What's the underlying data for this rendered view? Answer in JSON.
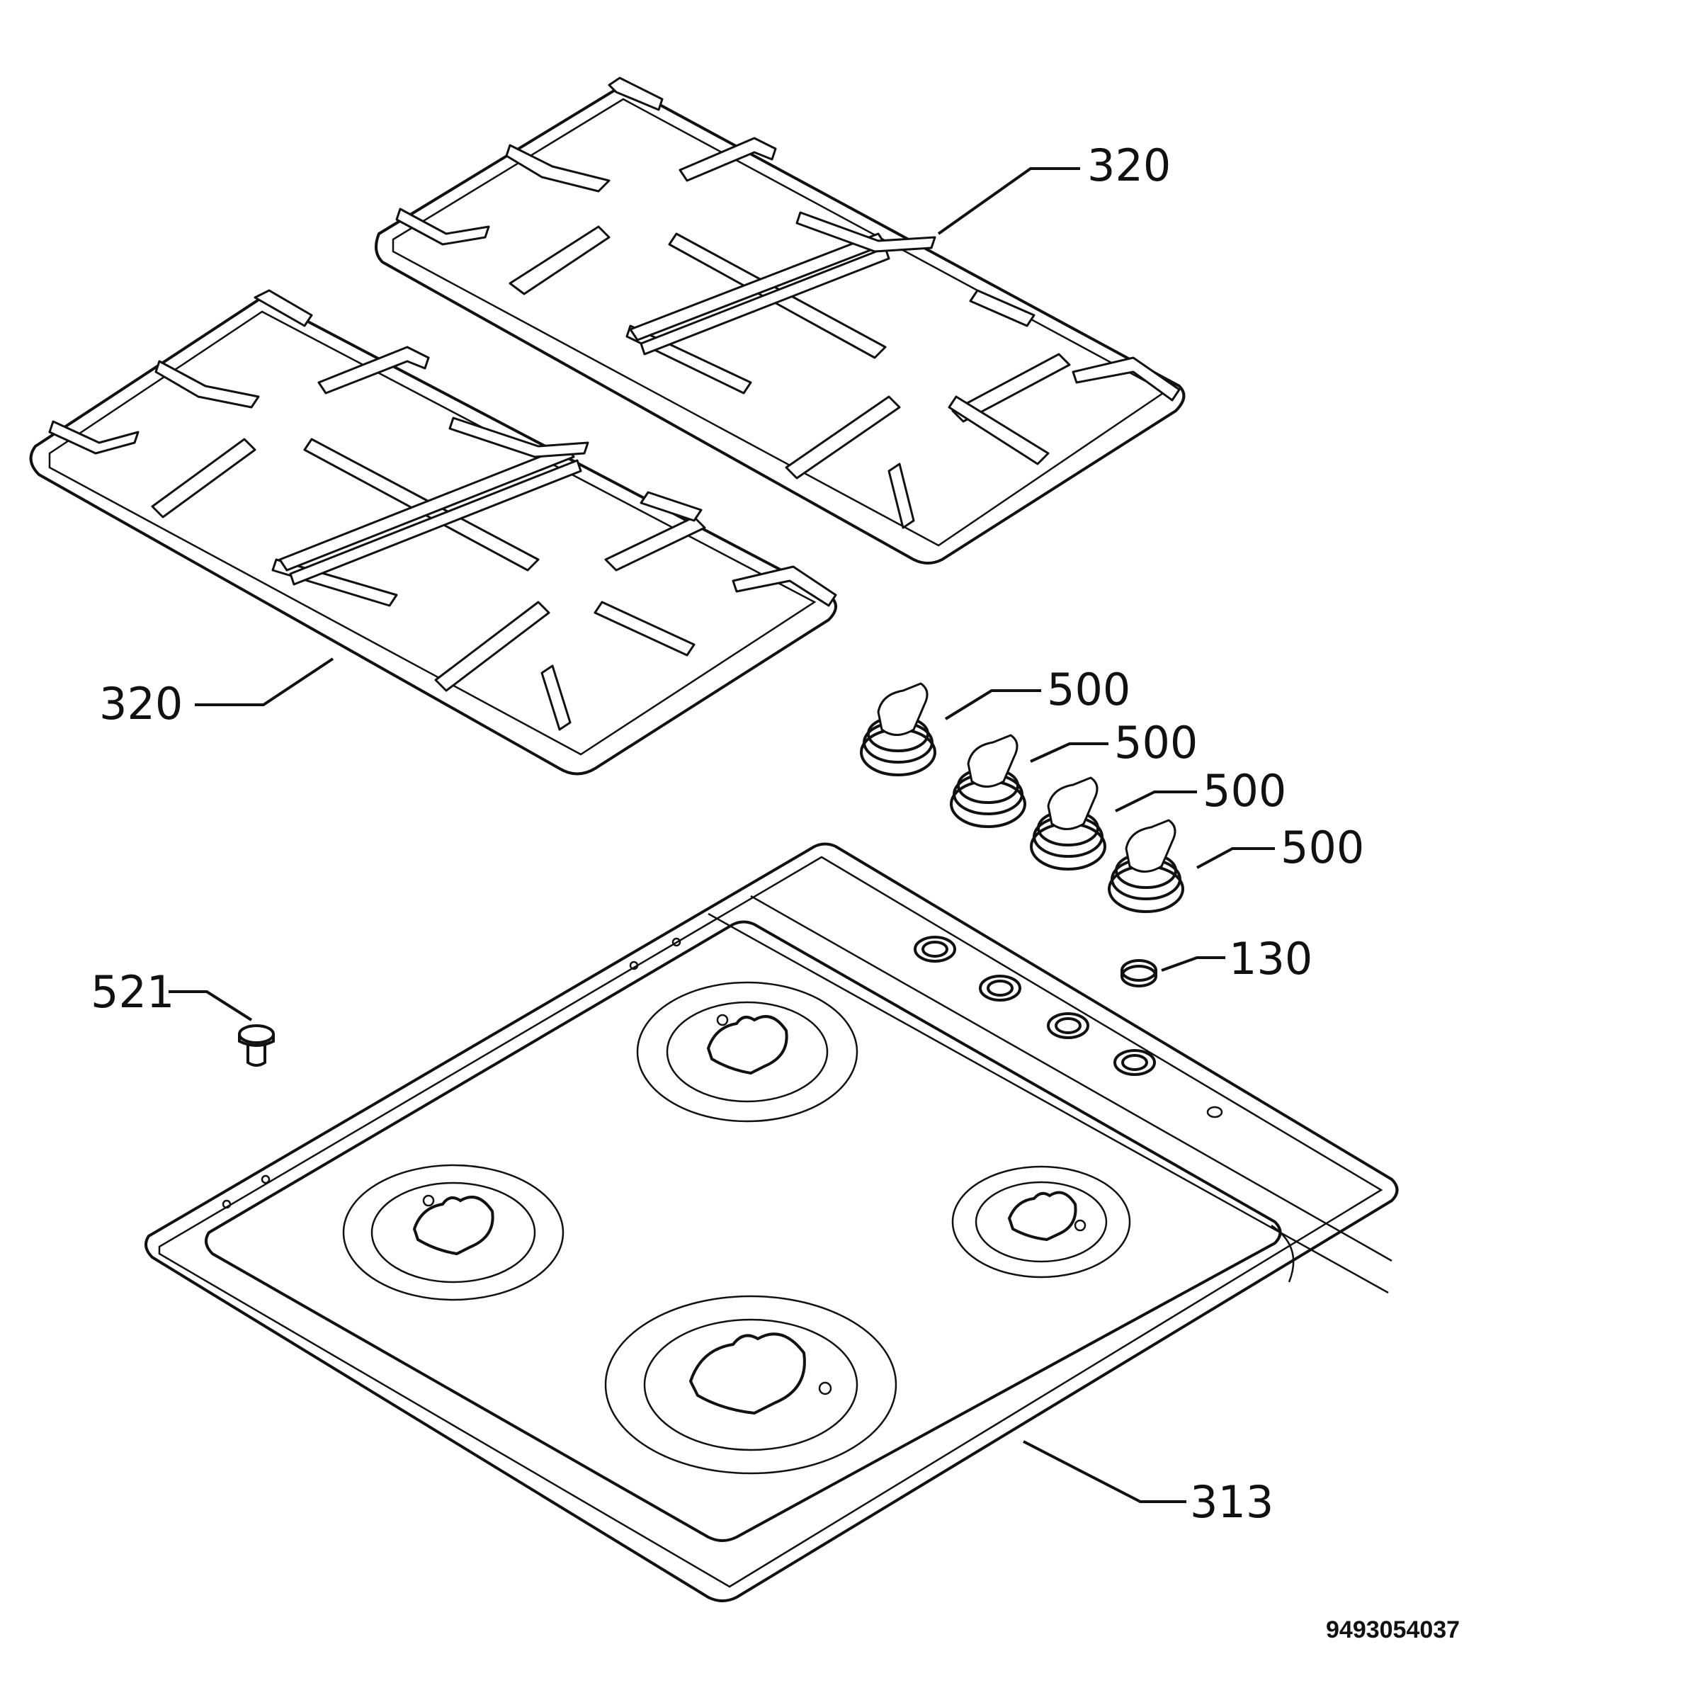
{
  "callouts": {
    "grate_top": "320",
    "grate_left": "320",
    "knob_1": "500",
    "knob_2": "500",
    "knob_3": "500",
    "knob_4": "500",
    "cap": "130",
    "screw": "521",
    "hob": "313"
  },
  "document_number": "9493054037"
}
